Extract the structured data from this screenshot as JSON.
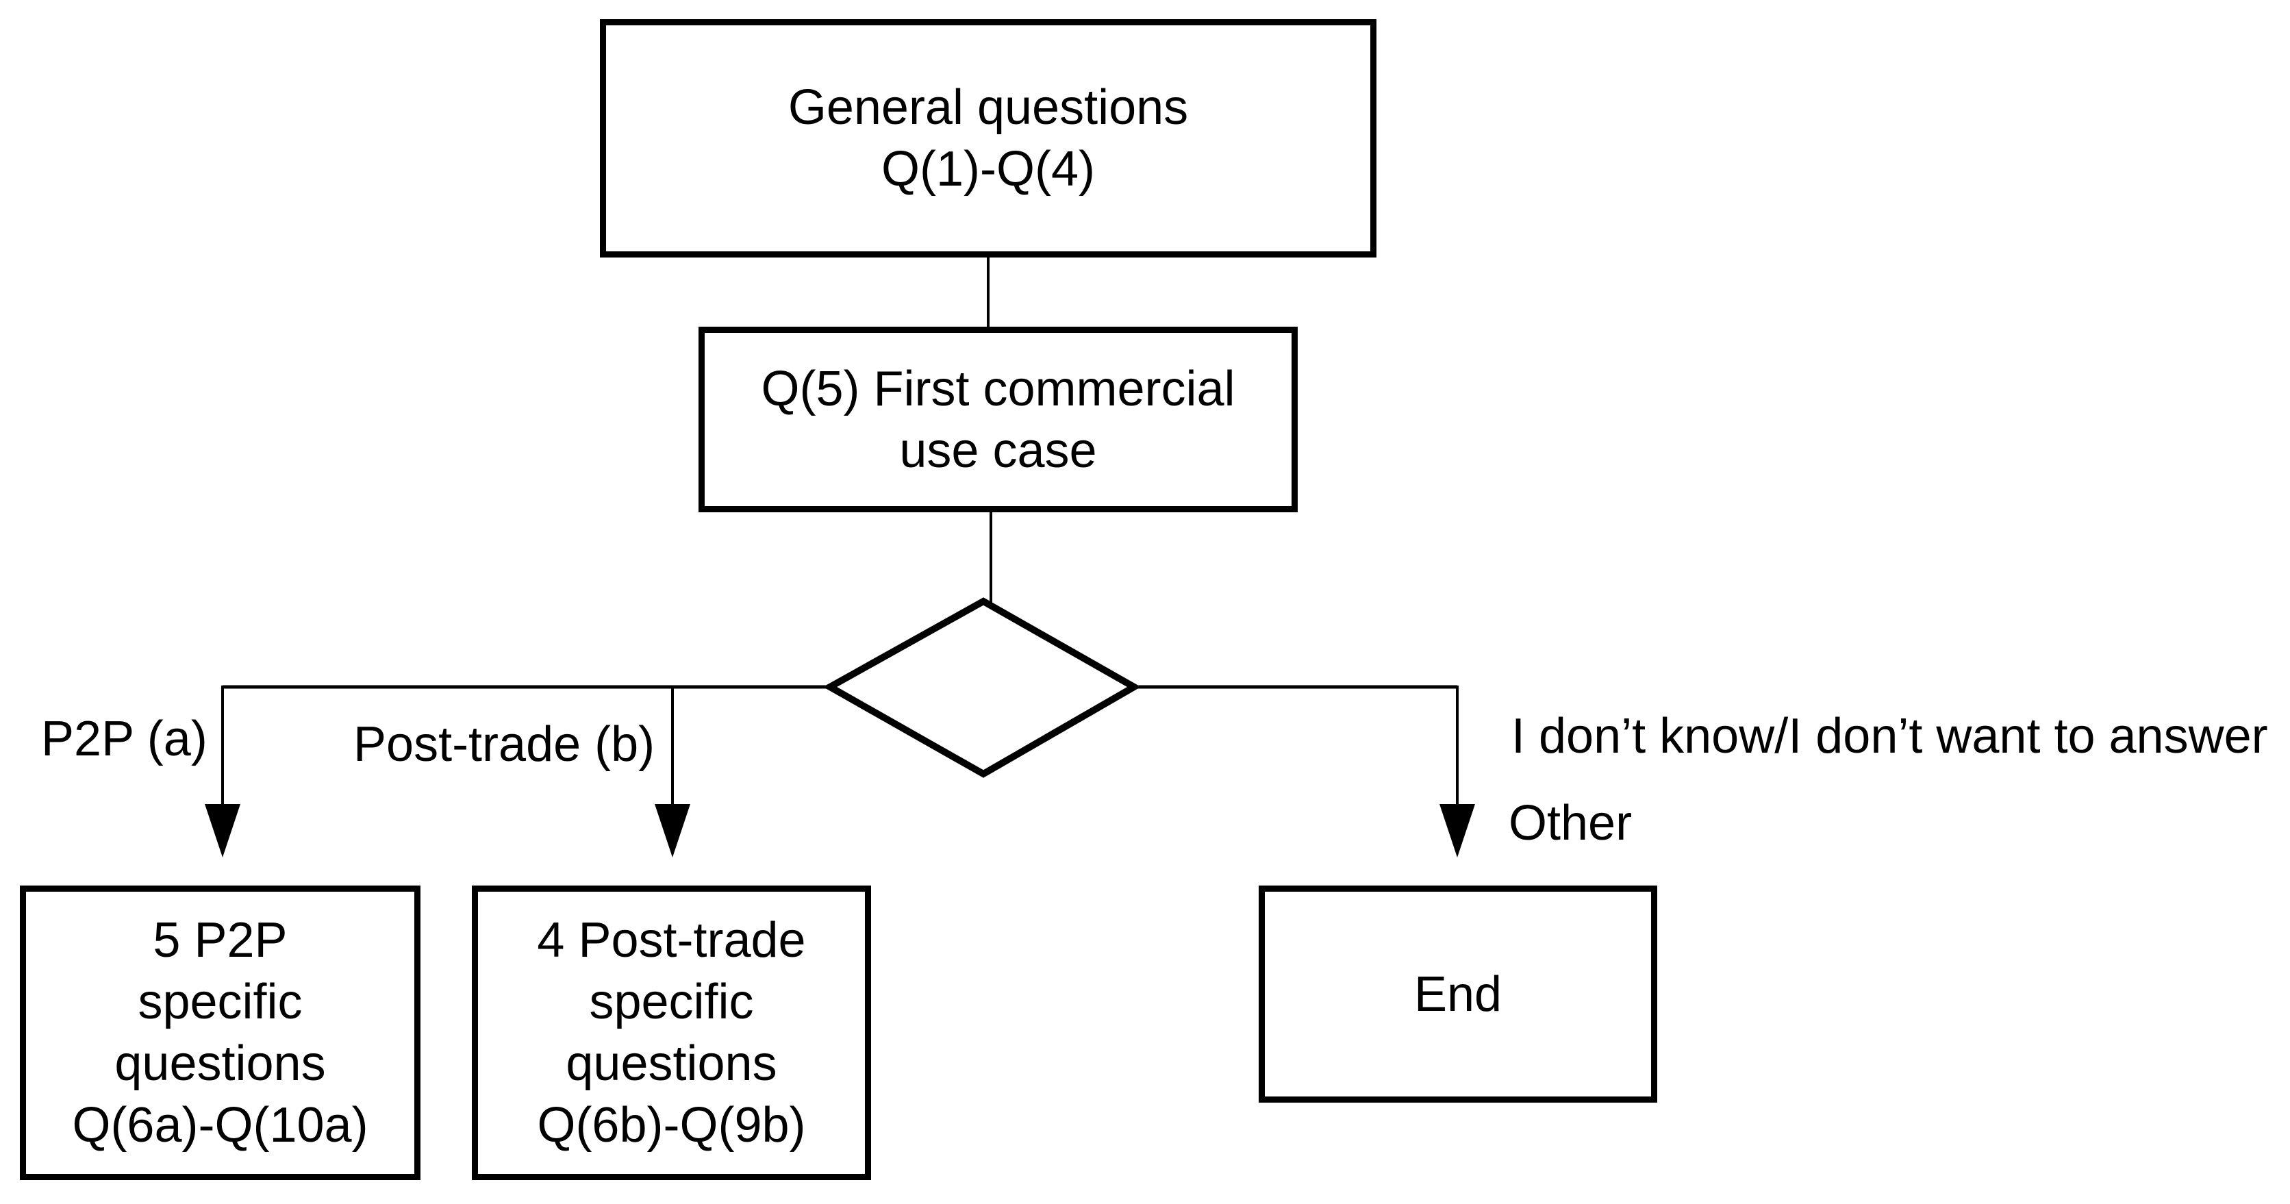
{
  "flowchart": {
    "nodes": {
      "general": {
        "lines": [
          "General questions",
          "Q(1)-Q(4)"
        ]
      },
      "q5": {
        "lines": [
          "Q(5) First commercial",
          "use case"
        ]
      },
      "p2p": {
        "lines": [
          "5 P2P",
          "specific",
          "questions",
          "Q(6a)-Q(10a)"
        ]
      },
      "posttrade": {
        "lines": [
          "4 Post-trade",
          "specific",
          "questions",
          "Q(6b)-Q(9b)"
        ]
      },
      "end": {
        "lines": [
          "End"
        ]
      }
    },
    "branch_labels": {
      "p2p": "P2P (a)",
      "posttrade": "Post-trade (b)",
      "dontknow": "I don’t know/I don’t want to answer",
      "other": "Other"
    },
    "colors": {
      "stroke": "#000000",
      "background": "#ffffff",
      "text": "#000000"
    }
  }
}
